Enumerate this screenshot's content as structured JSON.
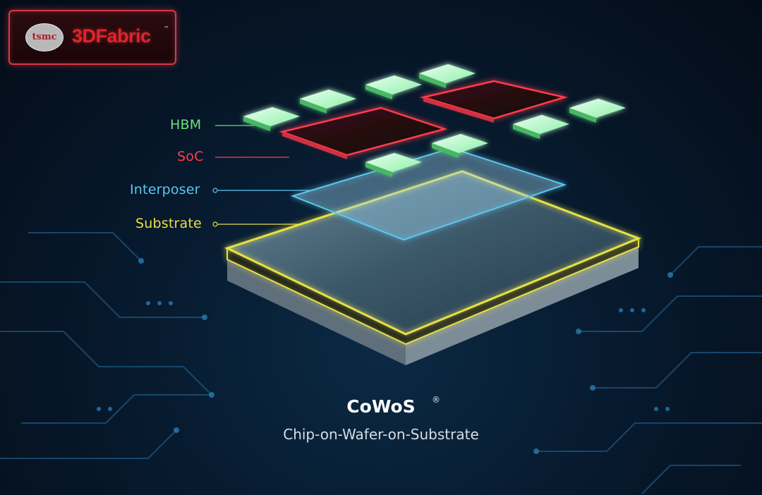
{
  "logo": {
    "emblem_text": "tsmc",
    "brand": "3DFabric",
    "tm": "™"
  },
  "layers": [
    {
      "name": "HBM",
      "color": "#6ee07a"
    },
    {
      "name": "SoC",
      "color": "#ff3d4f"
    },
    {
      "name": "Interposer",
      "color": "#5cc8f0"
    },
    {
      "name": "Substrate",
      "color": "#e6e04a"
    }
  ],
  "title": "CoWoS",
  "registered": "®",
  "subtitle": "Chip-on-Wafer-on-Substrate"
}
